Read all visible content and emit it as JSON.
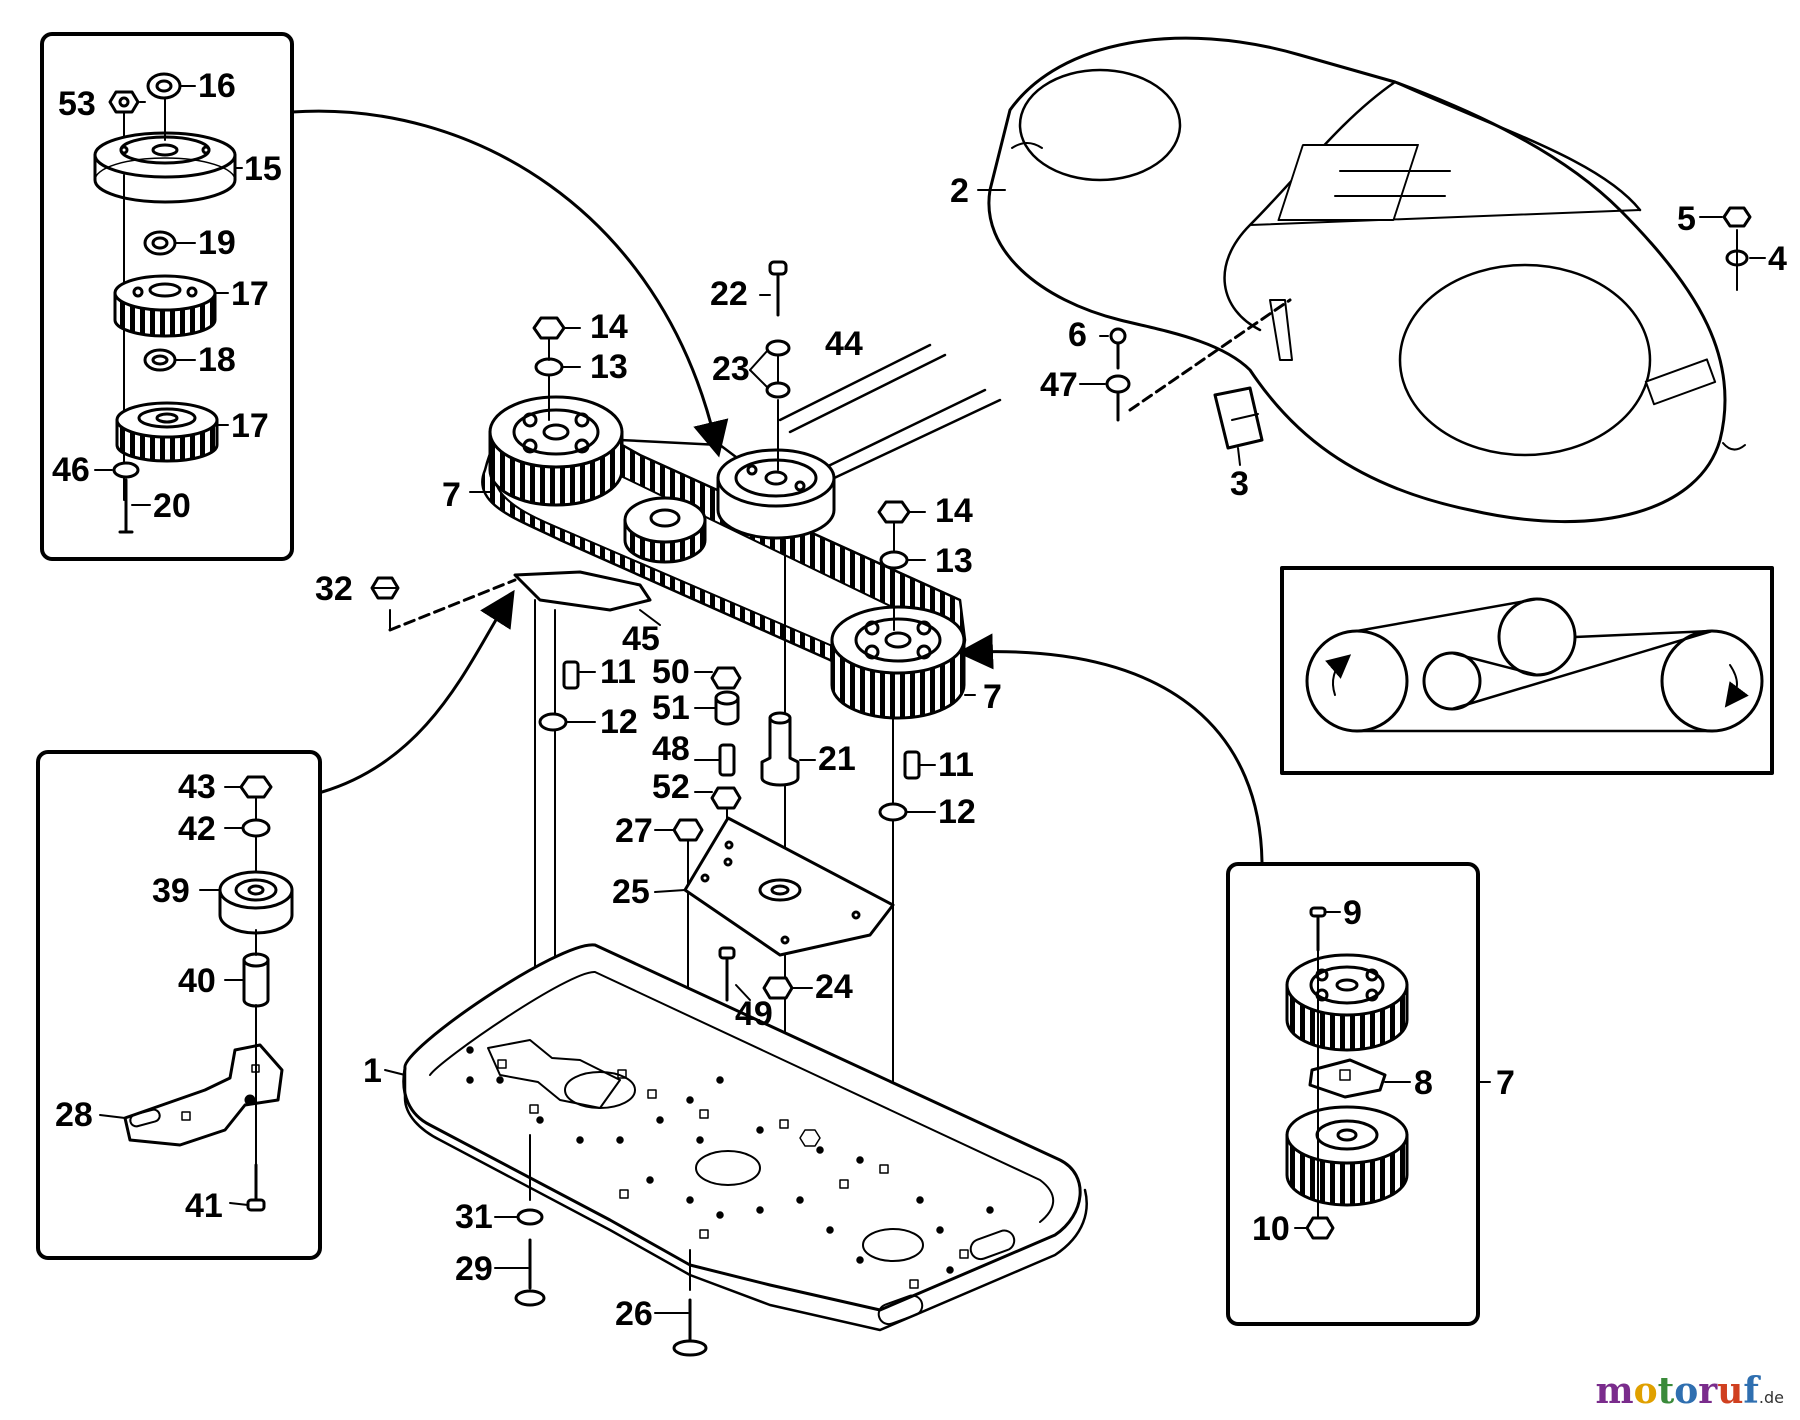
{
  "labels": {
    "l53": "53",
    "l16": "16",
    "l15": "15",
    "l19": "19",
    "l17a": "17",
    "l18": "18",
    "l17b": "17",
    "l46": "46",
    "l20": "20",
    "l2": "2",
    "l5": "5",
    "l4": "4",
    "l6": "6",
    "l47": "47",
    "l3": "3",
    "l22": "22",
    "l23": "23",
    "l44": "44",
    "l14a": "14",
    "l13a": "13",
    "l7a": "7",
    "l14b": "14",
    "l13b": "13",
    "l32": "32",
    "l45": "45",
    "l7b": "7",
    "l11a": "11",
    "l12a": "12",
    "l50": "50",
    "l51": "51",
    "l48": "48",
    "l21": "21",
    "l52": "52",
    "l11b": "11",
    "l12b": "12",
    "l27": "27",
    "l25": "25",
    "l24": "24",
    "l49": "49",
    "l43": "43",
    "l42": "42",
    "l39": "39",
    "l40": "40",
    "l28": "28",
    "l41": "41",
    "l1": "1",
    "l31": "31",
    "l29": "29",
    "l26": "26",
    "l9": "9",
    "l8": "8",
    "l7c": "7",
    "l10": "10"
  },
  "logo": {
    "text_m": "m",
    "text_o1": "o",
    "text_t": "t",
    "text_o2": "o",
    "text_r": "r",
    "text_u": "u",
    "text_f": "f",
    "text_de": ".de"
  }
}
